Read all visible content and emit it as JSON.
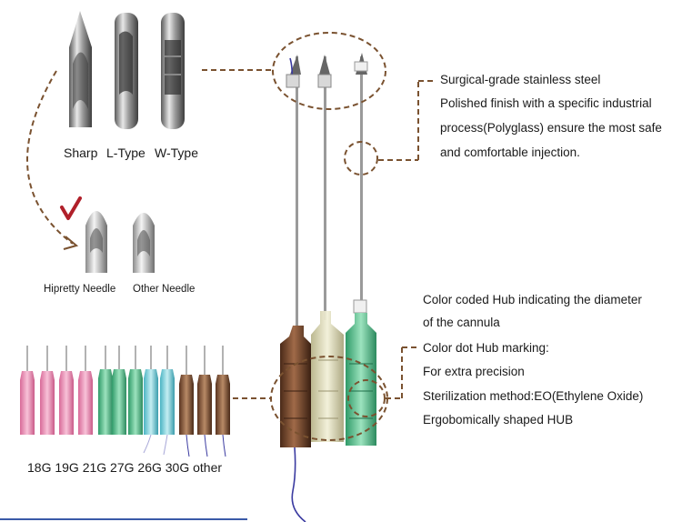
{
  "tip_types": {
    "sharp": "Sharp",
    "l_type": "L-Type",
    "w_type": "W-Type"
  },
  "needle_compare": {
    "hipretty": "Hipretty Needle",
    "other": "Other Needle"
  },
  "steel_callout": {
    "line1": "Surgical-grade stainless steel",
    "line2": "Polished finish with a specific industrial",
    "line3": "process(Polyglass) ensure the most safe",
    "line4": "and comfortable injection."
  },
  "hub_callout": {
    "line1": "Color coded Hub indicating the diameter",
    "line2": "of the cannula",
    "line3": "Color dot Hub marking:",
    "line4": "For extra precision",
    "line5": "Sterilization method:EO(Ethylene Oxide)",
    "line6": "Ergobomically shaped HUB"
  },
  "gauges": {
    "label": "18G 19G 21G 27G 26G 30G other"
  },
  "colors": {
    "callout_line": "#7a5230",
    "checkmark": "#b0202a",
    "hub_pink": "#e98fb2",
    "hub_green": "#58bf8d",
    "hub_blue": "#7fd0dc",
    "hub_brown": "#7a4c32",
    "hub_clear": "#d8d6b4"
  }
}
